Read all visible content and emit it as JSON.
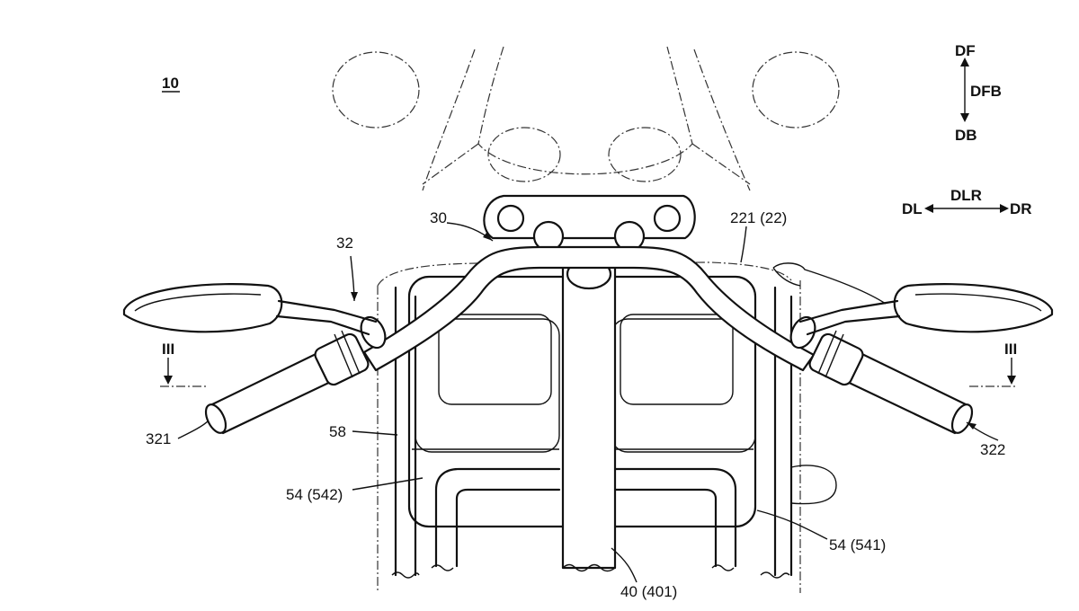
{
  "figure_ref": "10",
  "direction_labels": {
    "front": "DF",
    "front_back": "DFB",
    "back": "DB",
    "left": "DL",
    "left_right": "DLR",
    "right": "DR"
  },
  "section_marks": {
    "left": "III",
    "right": "III"
  },
  "reference_labels": {
    "bracket": "30",
    "left_mirror": "32",
    "cover": "221 (22)",
    "left_grip": "321",
    "right_grip": "322",
    "panel": "58",
    "left_unit": "54 (542)",
    "right_unit": "54 (541)",
    "steering_shaft": "40 (401)"
  }
}
